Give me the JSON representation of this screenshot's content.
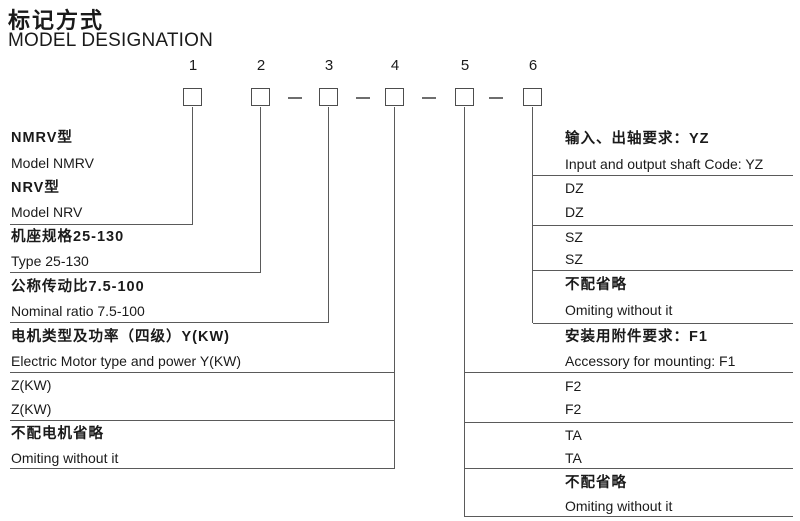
{
  "title": {
    "zh": "标记方式",
    "en": "MODEL DESIGNATION"
  },
  "positions": [
    "1",
    "2",
    "3",
    "4",
    "5",
    "6"
  ],
  "left_column": {
    "rows": [
      "NMRV型",
      "Model NMRV",
      "NRV型",
      "Model NRV",
      "机座规格25-130",
      "Type 25-130",
      "公称传动比7.5-100",
      "Nominal ratio 7.5-100",
      "电机类型及功率（四级）Y(KW)",
      "Electric Motor type and power Y(KW)",
      "Z(KW)",
      "Z(KW)",
      "不配电机省略",
      "Omiting without it"
    ]
  },
  "right_column": {
    "rows": [
      "输入、出轴要求：YZ",
      "Input and output shaft Code: YZ",
      "DZ",
      "DZ",
      "SZ",
      "SZ",
      "不配省略",
      "Omiting without it",
      "安装用附件要求：F1",
      "Accessory for mounting: F1",
      "F2",
      "F2",
      "TA",
      "TA",
      "不配省略",
      "Omiting without it"
    ]
  },
  "colors": {
    "line": "#5a5a5a",
    "text": "#1a1a1a",
    "background": "#ffffff"
  }
}
